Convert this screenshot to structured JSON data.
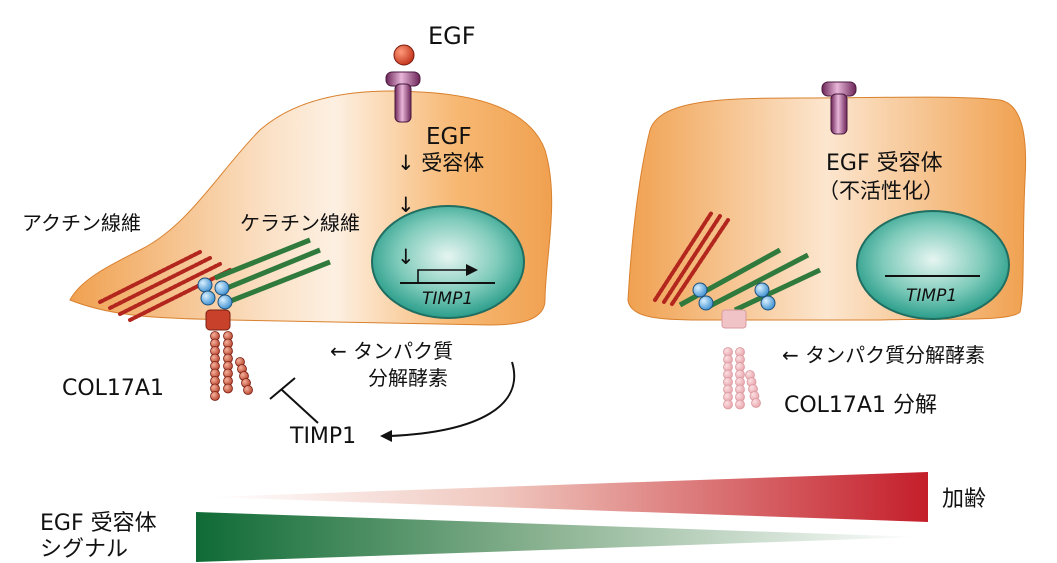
{
  "left_cell": {
    "ligand_label": "EGF",
    "receptor_label_line1": "EGF",
    "receptor_label_line2": "↓ 受容体",
    "arrow1": "↓",
    "arrow2": "↓",
    "arrow3": "↓",
    "actin_label": "アクチン線維",
    "keratin_label": "ケラチン線維",
    "gene_label": "TIMP1",
    "collagen_label": "COL17A1",
    "protease_line1": "← タンパク質",
    "protease_line2": "分解酵素",
    "timp_label": "TIMP1"
  },
  "right_cell": {
    "receptor_line1": "EGF 受容体",
    "receptor_line2": "（不活性化）",
    "gene_label": "TIMP1",
    "protease_label": "← タンパク質分解酵素",
    "degraded_label": "COL17A1 分解"
  },
  "gradients": {
    "aging_label": "加齢",
    "signal_line1": "EGF 受容体",
    "signal_line2": "シグナル",
    "aging_color": "#c41e2a",
    "signal_color": "#1a6b3a"
  },
  "colors": {
    "cell_orange": "#f0a150",
    "nucleus_teal": "#2a9d8a",
    "receptor_purple": "#8e3a78",
    "keratin_green": "#2f7a3c",
    "actin_red": "#b3261e"
  }
}
